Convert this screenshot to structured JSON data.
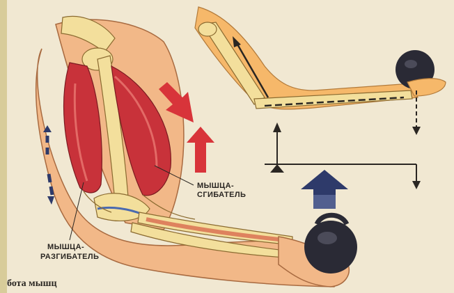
{
  "labels": {
    "flexor_line1": "МЫШЦА-",
    "flexor_line2": "СГИБАТЕЛЬ",
    "extensor_line1": "МЫШЦА-",
    "extensor_line2": "РАЗГИБАТЕЛЬ"
  },
  "caption": "бота мышц",
  "colors": {
    "background": "#f1e8d2",
    "skin": "#f2b888",
    "muscle": "#c8323a",
    "bone": "#f3df9c",
    "arrow_red": "#d8343a",
    "arrow_blue": "#2e3a6a",
    "weight": "#2a2a35"
  }
}
